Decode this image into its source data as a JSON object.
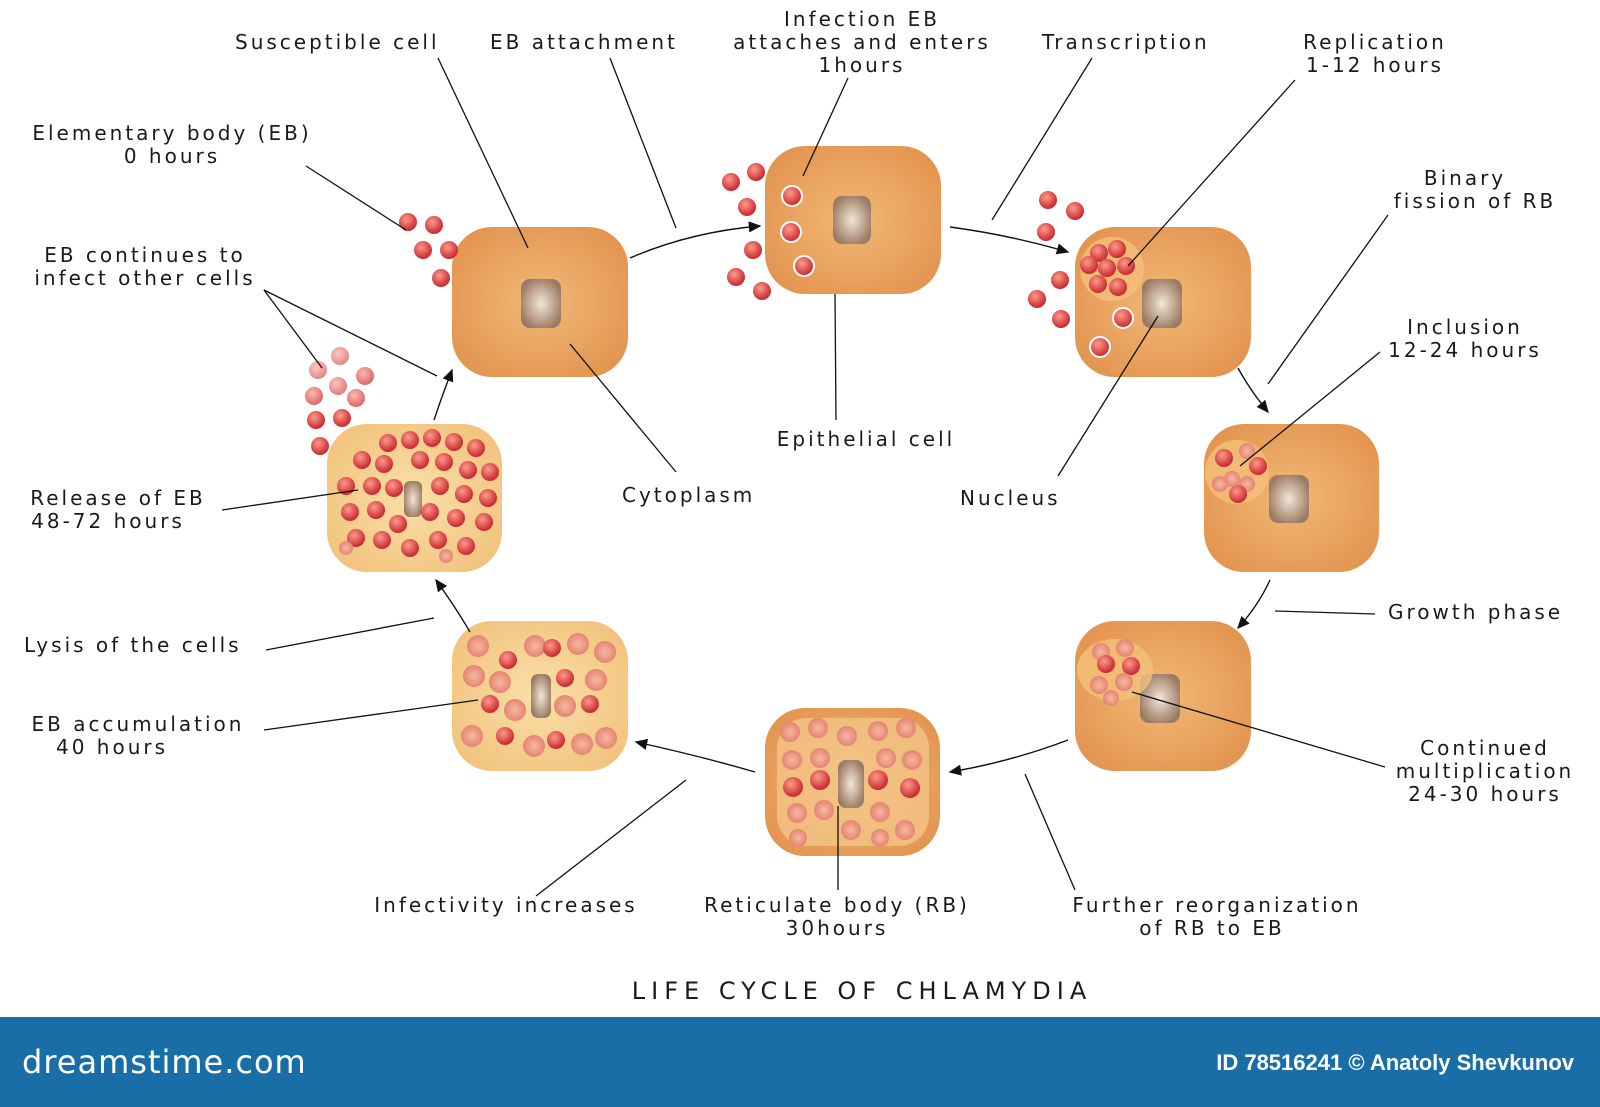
{
  "diagram": {
    "title": "LIFE CYCLE OF CHLAMYDIA",
    "labels": {
      "susceptible_cell": "Susceptible cell",
      "eb_attachment": "EB attachment",
      "infection_eb": [
        "Infection EB",
        "attaches and enters",
        "1hours"
      ],
      "transcription": "Transcription",
      "replication": [
        "Replication",
        "1-12 hours"
      ],
      "elementary_body": [
        "Elementary body (EB)",
        "0 hours"
      ],
      "binary_fission": [
        "Binary",
        "fission of RB"
      ],
      "eb_continues": [
        "EB continues to",
        "infect other cells"
      ],
      "inclusion": [
        "Inclusion",
        "12-24 hours"
      ],
      "epithelial_cell": "Epithelial cell",
      "release_of_eb": [
        "Release of EB",
        "48-72 hours"
      ],
      "cytoplasm": "Cytoplasm",
      "nucleus": "Nucleus",
      "growth_phase": "Growth phase",
      "lysis": "Lysis of the cells",
      "eb_accumulation": [
        "EB accumulation",
        "40 hours"
      ],
      "continued_multiplication": [
        "Continued",
        "multiplication",
        "24-30 hours"
      ],
      "infectivity_increases": "Infectivity increases",
      "reticulate_body": [
        "Reticulate body (RB)",
        "30hours"
      ],
      "further_reorganization": [
        "Further reorganization",
        "of RB to EB"
      ]
    }
  },
  "footer": {
    "brand": "dreamstime.com",
    "credit": "ID 78516241 © Anatoly Shevkunov"
  },
  "colors": {
    "cell_fill": "#e9a05c",
    "cell_light_fill": "#f6cf8f",
    "nucleus": "#b0896e",
    "eb": "#d94a4a",
    "footer_bg": "#1a6ea7"
  }
}
